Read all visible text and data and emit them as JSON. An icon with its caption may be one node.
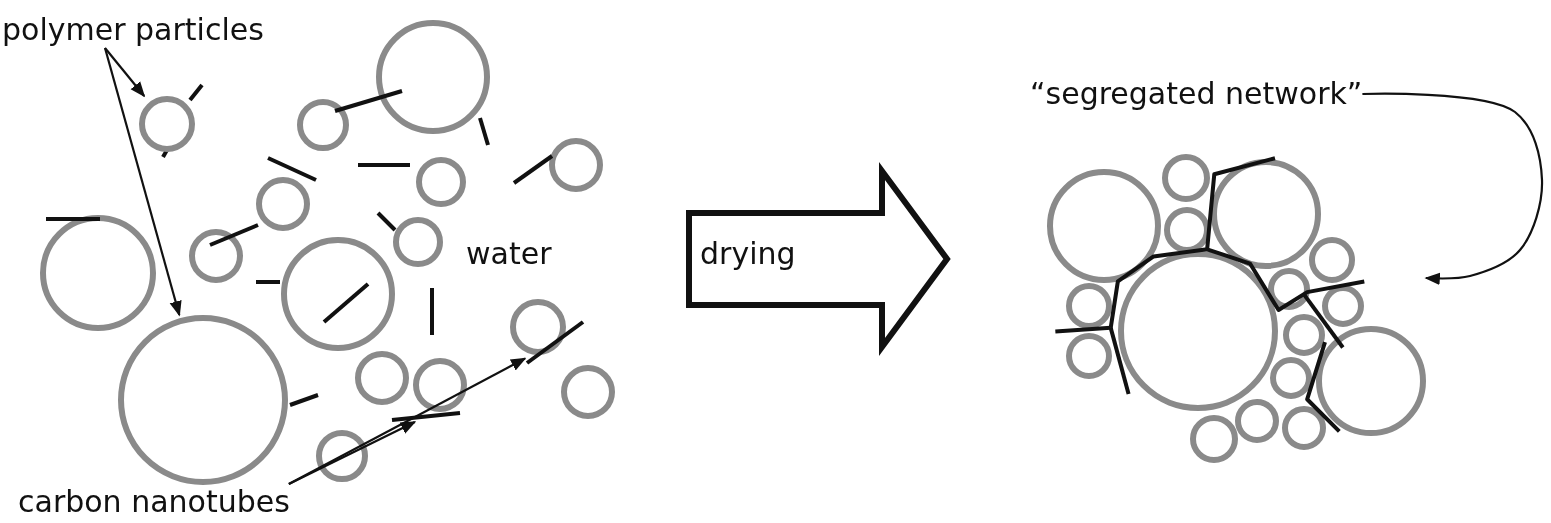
{
  "diagram": {
    "nodes": [
      {
        "text": [
          "polymer particles"
        ]
      },
      {
        "text": [],
        "shape": "circle"
      },
      {
        "text": [],
        "shape": "circle"
      },
      {
        "text": [
          "carbon nanotubes"
        ]
      },
      {
        "text": [],
        "shape": "bar"
      },
      {
        "text": [],
        "shape": "bar"
      },
      {
        "text": [
          "drying"
        ]
      },
      {
        "text": [
          "“segregated network”"
        ]
      },
      {
        "text": [],
        "shape": "picture"
      }
    ],
    "edges": [
      {
        "from": 0,
        "to": 1,
        "arrow": "to"
      },
      {
        "from": 0,
        "to": 2,
        "arrow": "to"
      },
      {
        "from": 3,
        "to": 4,
        "arrow": "to"
      },
      {
        "from": 3,
        "to": 5,
        "arrow": "to"
      },
      {
        "from": 7,
        "to": 8,
        "arrow": "to"
      }
    ],
    "labels": [
      "water"
    ]
  }
}
